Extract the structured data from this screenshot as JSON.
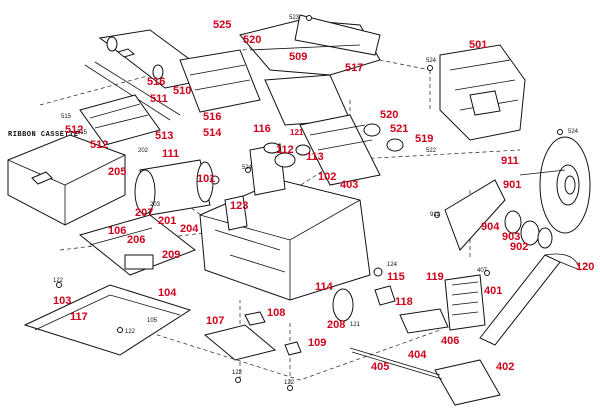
{
  "caption": "RIBBON CASSETTE",
  "callouts": [
    "525",
    "520",
    "509",
    "517",
    "501",
    "516",
    "510",
    "511",
    "516",
    "514",
    "513",
    "512",
    "512",
    "111",
    "205",
    "101",
    "116",
    "112",
    "113",
    "121",
    "102",
    "403",
    "520",
    "521",
    "519",
    "911",
    "901",
    "207",
    "201",
    "204",
    "206",
    "209",
    "106",
    "104",
    "123",
    "103",
    "117",
    "114",
    "115",
    "119",
    "118",
    "107",
    "108",
    "109",
    "208",
    "404",
    "406",
    "405",
    "401",
    "402",
    "904",
    "903",
    "902",
    "120"
  ],
  "small_labels": [
    "523",
    "524",
    "515",
    "515",
    "202",
    "524",
    "122",
    "122",
    "122",
    "122",
    "524",
    "522",
    "912",
    "407",
    "121",
    "105",
    "124",
    "203"
  ]
}
